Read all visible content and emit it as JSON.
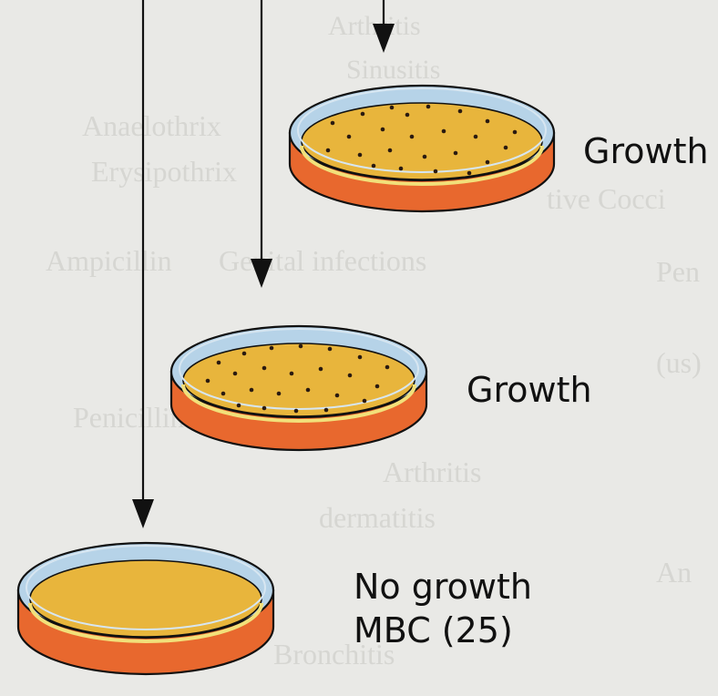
{
  "labels": {
    "dish1": "Growth",
    "dish2": "Growth",
    "dish3_line1": "No growth",
    "dish3_line2": "MBC (25)"
  },
  "colors": {
    "agar": "#e8b53c",
    "dish_base": "#e8682e",
    "rim": "#b6d3e8",
    "colony": "#2a1a10",
    "outline": "#111111"
  },
  "dishes": [
    {
      "name": "dish-growth-1",
      "growth": true
    },
    {
      "name": "dish-growth-2",
      "growth": true
    },
    {
      "name": "dish-no-growth",
      "growth": false
    }
  ]
}
